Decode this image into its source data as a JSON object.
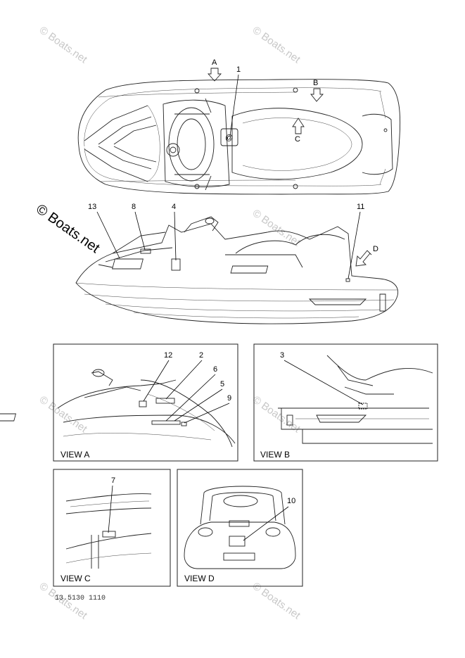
{
  "watermarks": {
    "small": "© Boats.net",
    "large": "© Boats.net"
  },
  "arrows": {
    "a": "A",
    "b": "B",
    "c": "C",
    "d": "D"
  },
  "callouts": {
    "c1": "1",
    "c2": "2",
    "c3": "3",
    "c4": "4",
    "c5": "5",
    "c6": "6",
    "c7": "7",
    "c8": "8",
    "c9": "9",
    "c10": "10",
    "c11": "11",
    "c12": "12",
    "c13": "13"
  },
  "views": {
    "a": "VIEW A",
    "b": "VIEW B",
    "c": "VIEW C",
    "d": "VIEW D"
  },
  "drawing_code": "13.5130 1110",
  "colors": {
    "line": "#222222",
    "watermark": "#c8c8c8"
  }
}
